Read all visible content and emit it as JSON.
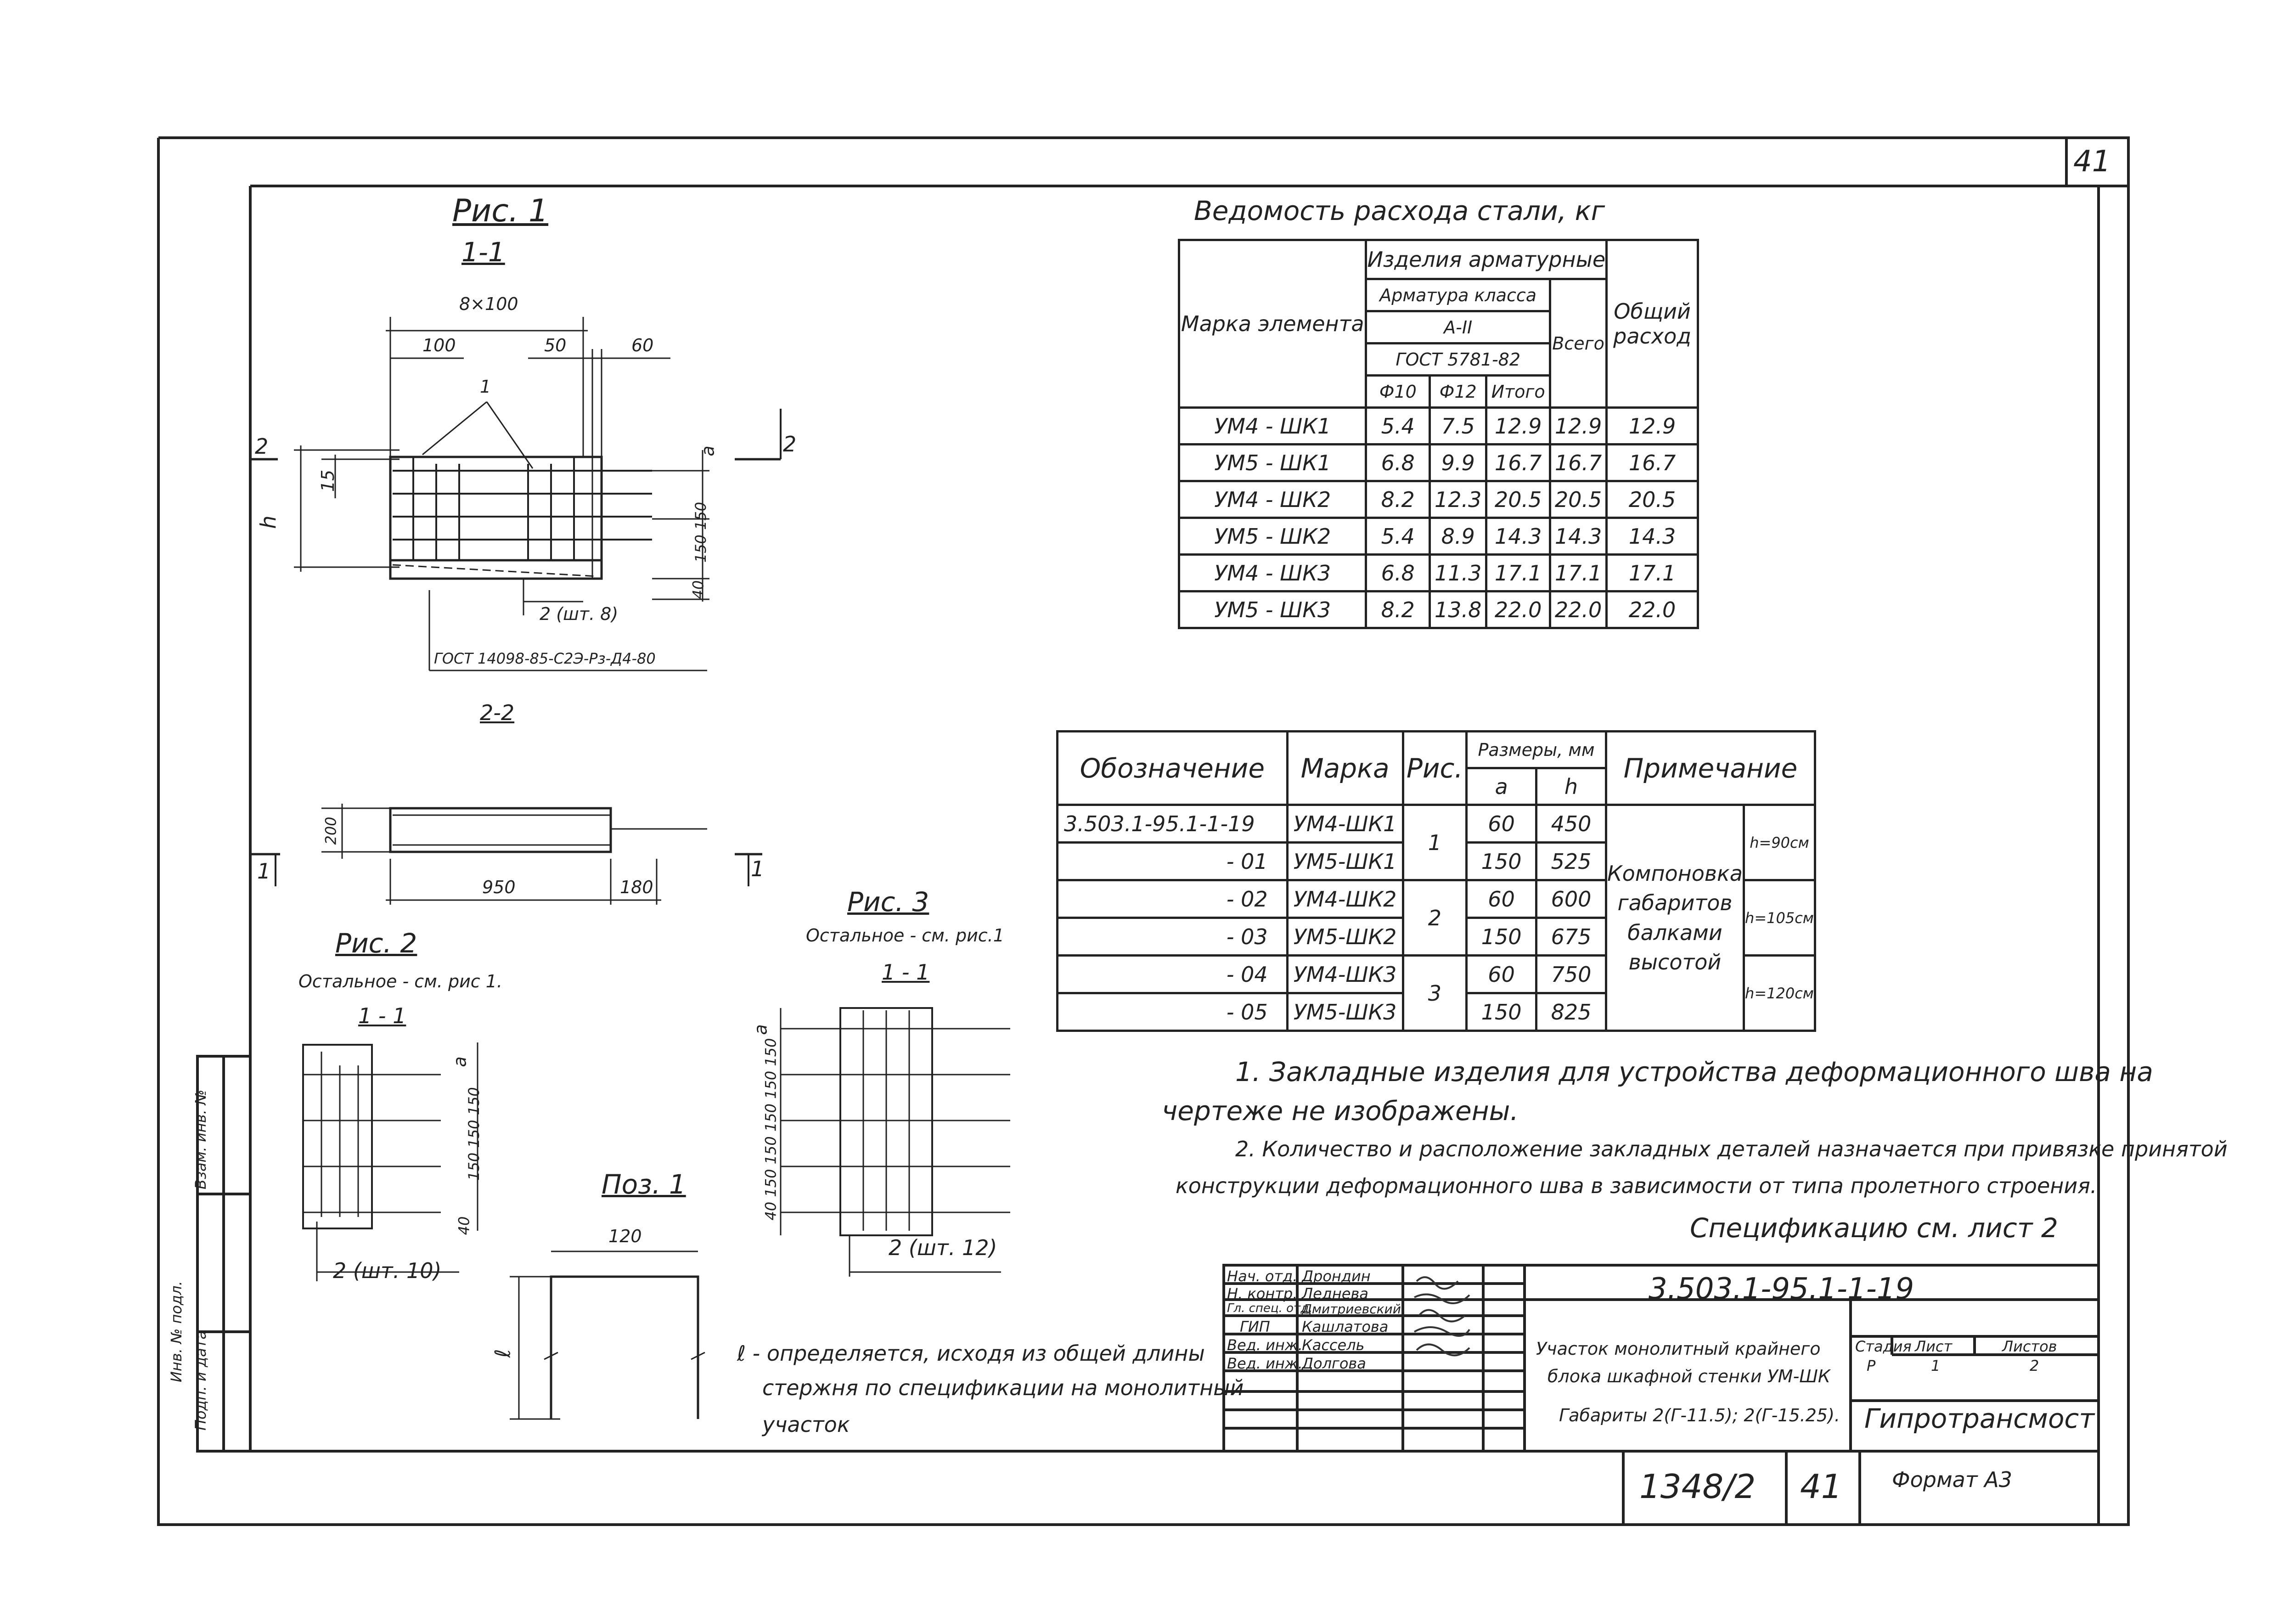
{
  "sheet_number": "41",
  "fig1": {
    "title": "Рис. 1",
    "section_1": "1-1",
    "dim_8x100": "8×100",
    "dim_100": "100",
    "dim_50": "50",
    "dim_60": "60",
    "callout_1": "1",
    "dim_15": "15",
    "dim_h": "h",
    "dim_a": "a",
    "dim_150_150": "150 150",
    "dim_40": "40",
    "cut_2a": "2",
    "cut_2b": "2",
    "bars_note": "2 (шт. 8)",
    "weld_note": "ГОСТ 14098-85-С2Э-Рз-Д4-80",
    "section_2": "2-2",
    "dim_200": "200",
    "dim_950": "950",
    "dim_180": "180",
    "cut_1a": "1",
    "cut_1b": "1"
  },
  "fig2": {
    "title": "Рис. 2",
    "note": "Остальное - см. рис 1.",
    "section": "1 - 1",
    "dim_a": "a",
    "dim_150_150_150": "150 150 150",
    "dim_40": "40",
    "bars_note": "2 (шт. 10)"
  },
  "fig3": {
    "title": "Рис. 3",
    "note": "Остальное - см. рис.1",
    "section": "1 - 1",
    "dim_a": "a",
    "dim_stack": "40 150 150 150 150 150",
    "bars_note": "2 (шт. 12)"
  },
  "pos1": {
    "title": "Поз. 1",
    "dim_120": "120",
    "dim_l": "ℓ",
    "note_line1": "ℓ - определяется, исходя из общей длины",
    "note_line2": "стержня по спецификации на монолитный",
    "note_line3": "участок"
  },
  "steel_table": {
    "title": "Ведомость расхода стали, кг",
    "col_mark": "Марка элемента",
    "col_products": "Изделия арматурные",
    "col_rebar_class": "Арматура класса",
    "col_class": "А-II",
    "col_gost": "ГОСТ 5781-82",
    "col_d10": "Ф10",
    "col_d12": "Ф12",
    "col_subtotal": "Итого",
    "col_total": "Всего",
    "col_overall": "Общий расход",
    "rows": [
      {
        "mark": "УМ4 - ШК1",
        "d10": "5.4",
        "d12": "7.5",
        "subtotal": "12.9",
        "total": "12.9",
        "overall": "12.9"
      },
      {
        "mark": "УМ5 - ШК1",
        "d10": "6.8",
        "d12": "9.9",
        "subtotal": "16.7",
        "total": "16.7",
        "overall": "16.7"
      },
      {
        "mark": "УМ4 - ШК2",
        "d10": "8.2",
        "d12": "12.3",
        "subtotal": "20.5",
        "total": "20.5",
        "overall": "20.5"
      },
      {
        "mark": "УМ5 - ШК2",
        "d10": "5.4",
        "d12": "8.9",
        "subtotal": "14.3",
        "total": "14.3",
        "overall": "14.3"
      },
      {
        "mark": "УМ4 - ШК3",
        "d10": "6.8",
        "d12": "11.3",
        "subtotal": "17.1",
        "total": "17.1",
        "overall": "17.1"
      },
      {
        "mark": "УМ5 - ШК3",
        "d10": "8.2",
        "d12": "13.8",
        "subtotal": "22.0",
        "total": "22.0",
        "overall": "22.0"
      }
    ]
  },
  "spec_table": {
    "col_designation": "Обозначение",
    "col_mark": "Марка",
    "col_fig": "Рис.",
    "col_sizes": "Размеры, мм",
    "col_a": "a",
    "col_h": "h",
    "col_note": "Примечание",
    "note_text": "Компоновка габаритов балками высотой",
    "rows": [
      {
        "designation": "3.503.1-95.1-1-19",
        "mark": "УМ4-ШК1",
        "a": "60",
        "h": "450"
      },
      {
        "designation": "- 01",
        "mark": "УМ5-ШК1",
        "a": "150",
        "h": "525"
      },
      {
        "designation": "- 02",
        "mark": "УМ4-ШК2",
        "a": "60",
        "h": "600"
      },
      {
        "designation": "- 03",
        "mark": "УМ5-ШК2",
        "a": "150",
        "h": "675"
      },
      {
        "designation": "- 04",
        "mark": "УМ4-ШК3",
        "a": "60",
        "h": "750"
      },
      {
        "designation": "- 05",
        "mark": "УМ5-ШК3",
        "a": "150",
        "h": "825"
      }
    ],
    "figs": [
      "1",
      "2",
      "3"
    ],
    "heights": [
      "h=90см",
      "h=105см",
      "h=120см"
    ]
  },
  "notes": {
    "n1_line1": "1. Закладные изделия для устройства деформационного шва на",
    "n1_line2": "чертеже не изображены.",
    "n2_line1": "2. Количество и расположение закладных деталей назначается при привязке принятой",
    "n2_line2": "конструкции деформационного шва в зависимости от типа пролетного строения.",
    "spec_ref": "Спецификацию см. лист 2"
  },
  "title_block": {
    "doc_code": "3.503.1-95.1-1-19",
    "roles": [
      "Нач. отд.",
      "Н. контр.",
      "Гл. спец. отд.",
      "ГИП",
      "Вед. инж.",
      "Вед. инж."
    ],
    "names": [
      "Дрондин",
      "Леднева",
      "Дмитриевский",
      "Кашлатова",
      "Кассель",
      "Долгова"
    ],
    "desc_line1": "Участок монолитный крайнего",
    "desc_line2": "блока шкафной стенки УМ-ШК",
    "desc_line3": "Габариты 2(Г-11.5); 2(Г-15.25).",
    "stage_label": "Стадия",
    "sheet_label": "Лист",
    "sheets_label": "Листов",
    "stage": "Р",
    "sheet": "1",
    "sheets": "2",
    "org": "Гипротрансмост",
    "archive_no": "1348/2",
    "page": "41",
    "format": "Формат А3"
  },
  "side_stamp": {
    "inv_no": "Инв. № подл.",
    "sign_date": "Подп. и дата",
    "replace_inv": "Взам. инв. №"
  }
}
